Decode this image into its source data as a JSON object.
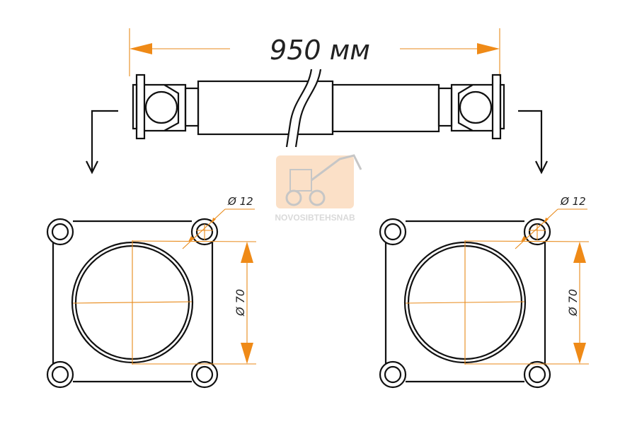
{
  "length_label": "950 мм",
  "watermark": "NOVOSIBTEHSNAB",
  "flanges": [
    {
      "hole_label": "Ø 12",
      "bore_label": "Ø 70"
    },
    {
      "hole_label": "Ø 12",
      "bore_label": "Ø 70"
    }
  ],
  "colors": {
    "accent": "#ef8a17",
    "line": "#111111"
  }
}
